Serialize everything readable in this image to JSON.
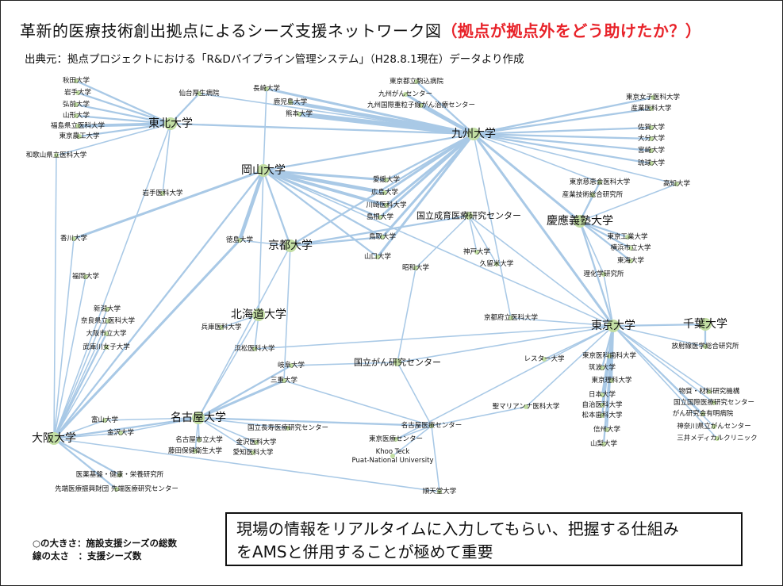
{
  "title": {
    "main": "革新的医療技術創出拠点によるシーズ支援ネットワーク図",
    "sub": "（拠点が拠点外をどう助けたか？）"
  },
  "source": "出典元：拠点プロジェクトにおける「R&Dパイプライン管理システム」（H28.8.1現在）データより作成",
  "note": {
    "line1": "現場の情報をリアルタイムに入力してもらい、把握する仕組み",
    "line2": "をAMSと併用することが極めて重要"
  },
  "legend": {
    "size": "○の大きさ：施設支援シーズの総数",
    "width": "線の太さ　：支援シーズ数"
  },
  "colors": {
    "edge": "#a9c9e6",
    "node": "#c2dea3",
    "accent": "#e8232a"
  },
  "network": {
    "nodes": [
      {
        "id": "kyushu",
        "label": "九州大学",
        "size": "l"
      },
      {
        "id": "tohoku",
        "label": "東北大学",
        "size": "l"
      },
      {
        "id": "okayama",
        "label": "岡山大学",
        "size": "l"
      },
      {
        "id": "kyoto",
        "label": "京都大学",
        "size": "l"
      },
      {
        "id": "keio",
        "label": "慶應義塾大学",
        "size": "l"
      },
      {
        "id": "tokyo",
        "label": "東京大学",
        "size": "l"
      },
      {
        "id": "chiba",
        "label": "千葉大学",
        "size": "l"
      },
      {
        "id": "hokkaido",
        "label": "北海道大学",
        "size": "l"
      },
      {
        "id": "nagoya",
        "label": "名古屋大学",
        "size": "l"
      },
      {
        "id": "osaka",
        "label": "大阪大学",
        "size": "l"
      },
      {
        "id": "ncgm",
        "label": "国立成育医療研究センター",
        "size": "m"
      },
      {
        "id": "ncc",
        "label": "国立がん研究センター",
        "size": "m"
      },
      {
        "id": "akita",
        "label": "秋田大学",
        "size": "s"
      },
      {
        "id": "iwate",
        "label": "岩手大学",
        "size": "s"
      },
      {
        "id": "hirosaki",
        "label": "弘前大学",
        "size": "s"
      },
      {
        "id": "yamagata",
        "label": "山形大学",
        "size": "s"
      },
      {
        "id": "fukushima",
        "label": "福島県立医科大学",
        "size": "s"
      },
      {
        "id": "tuat",
        "label": "東京農工大学",
        "size": "s"
      },
      {
        "id": "wakayama",
        "label": "和歌山県立医科大学",
        "size": "s"
      },
      {
        "id": "sendai",
        "label": "仙台厚生病院",
        "size": "s"
      },
      {
        "id": "iwateika",
        "label": "岩手医科大学",
        "size": "s"
      },
      {
        "id": "nagasaki",
        "label": "長崎大学",
        "size": "s"
      },
      {
        "id": "kagoshima",
        "label": "鹿児島大学",
        "size": "s"
      },
      {
        "id": "kumamoto",
        "label": "熊本大学",
        "size": "s"
      },
      {
        "id": "komagome",
        "label": "東京都立駒込病院",
        "size": "s"
      },
      {
        "id": "kyushucc",
        "label": "九州がんセンター",
        "size": "s"
      },
      {
        "id": "kyushuintl",
        "label": "九州国際重粒子線がん治療センター",
        "size": "s"
      },
      {
        "id": "twmu",
        "label": "東京女子医科大学",
        "size": "s"
      },
      {
        "id": "uoeh",
        "label": "産業医科大学",
        "size": "s"
      },
      {
        "id": "saga",
        "label": "佐賀大学",
        "size": "s"
      },
      {
        "id": "oita",
        "label": "大分大学",
        "size": "s"
      },
      {
        "id": "miyazaki",
        "label": "宮崎大学",
        "size": "s"
      },
      {
        "id": "ryukyu",
        "label": "琉球大学",
        "size": "s"
      },
      {
        "id": "ehime",
        "label": "愛媛大学",
        "size": "s"
      },
      {
        "id": "hiroshima",
        "label": "広島大学",
        "size": "s"
      },
      {
        "id": "kawasaki",
        "label": "川崎医科大学",
        "size": "s"
      },
      {
        "id": "shimane",
        "label": "島根大学",
        "size": "s"
      },
      {
        "id": "tottori",
        "label": "鳥取大学",
        "size": "s"
      },
      {
        "id": "yamaguchi",
        "label": "山口大学",
        "size": "s"
      },
      {
        "id": "showa",
        "label": "昭和大学",
        "size": "s"
      },
      {
        "id": "kobe",
        "label": "神戸大学",
        "size": "s"
      },
      {
        "id": "kurume",
        "label": "久留米大学",
        "size": "s"
      },
      {
        "id": "jikei",
        "label": "東京慈恵会医科大学",
        "size": "s"
      },
      {
        "id": "aist",
        "label": "産業技術総合研究所",
        "size": "s"
      },
      {
        "id": "kochi",
        "label": "高知大学",
        "size": "s"
      },
      {
        "id": "titech",
        "label": "東京工業大学",
        "size": "s"
      },
      {
        "id": "ycu",
        "label": "横浜市立大学",
        "size": "s"
      },
      {
        "id": "tokai",
        "label": "東海大学",
        "size": "s"
      },
      {
        "id": "riken",
        "label": "理化学研究所",
        "size": "s"
      },
      {
        "id": "kagawa",
        "label": "香川大学",
        "size": "s"
      },
      {
        "id": "tokushima",
        "label": "徳島大学",
        "size": "s"
      },
      {
        "id": "fukuoka",
        "label": "福岡大学",
        "size": "s"
      },
      {
        "id": "niigata",
        "label": "新潟大学",
        "size": "s"
      },
      {
        "id": "naraika",
        "label": "奈良県立医科大学",
        "size": "s"
      },
      {
        "id": "osakacity",
        "label": "大阪市立大学",
        "size": "s"
      },
      {
        "id": "mukogawa",
        "label": "武庫川女子大学",
        "size": "s"
      },
      {
        "id": "hyogoika",
        "label": "兵庫医科大学",
        "size": "s"
      },
      {
        "id": "hamamatsu",
        "label": "浜松医科大学",
        "size": "s"
      },
      {
        "id": "kpum",
        "label": "京都府立医科大学",
        "size": "s"
      },
      {
        "id": "nirs",
        "label": "放射線医学総合研究所",
        "size": "s"
      },
      {
        "id": "leicester",
        "label": "レスター大学",
        "size": "s"
      },
      {
        "id": "gifu",
        "label": "岐阜大学",
        "size": "s"
      },
      {
        "id": "mie",
        "label": "三重大学",
        "size": "s"
      },
      {
        "id": "tmdu",
        "label": "東京医科歯科大学",
        "size": "s"
      },
      {
        "id": "tsukuba",
        "label": "筑波大学",
        "size": "s"
      },
      {
        "id": "tus",
        "label": "東京理科大学",
        "size": "s"
      },
      {
        "id": "nihon",
        "label": "日本大学",
        "size": "s"
      },
      {
        "id": "jichi",
        "label": "自治医科大学",
        "size": "s"
      },
      {
        "id": "matsumoto",
        "label": "松本歯科大学",
        "size": "s"
      },
      {
        "id": "shinshu",
        "label": "信州大学",
        "size": "s"
      },
      {
        "id": "yamanashi",
        "label": "山梨大学",
        "size": "s"
      },
      {
        "id": "nims",
        "label": "物質・材料研究機構",
        "size": "s"
      },
      {
        "id": "ncgmintl",
        "label": "国立国際医療研究センター",
        "size": "s"
      },
      {
        "id": "ariake",
        "label": "がん研究会有明病院",
        "size": "s"
      },
      {
        "id": "kanagawacc",
        "label": "神奈川県立がんセンター",
        "size": "s"
      },
      {
        "id": "mitsui",
        "label": "三井メディカルクリニック",
        "size": "s"
      },
      {
        "id": "marianna",
        "label": "聖マリアンナ医科大学",
        "size": "s"
      },
      {
        "id": "toyama",
        "label": "富山大学",
        "size": "s"
      },
      {
        "id": "kanazawa",
        "label": "金沢大学",
        "size": "s"
      },
      {
        "id": "nagoyacity",
        "label": "名古屋市立大学",
        "size": "s"
      },
      {
        "id": "fujita",
        "label": "藤田保健衛生大学",
        "size": "s"
      },
      {
        "id": "kanazawaika",
        "label": "金沢医科大学",
        "size": "s"
      },
      {
        "id": "aichiika",
        "label": "愛知医科大学",
        "size": "s"
      },
      {
        "id": "ncgg",
        "label": "国立長寿医療研究センター",
        "size": "s"
      },
      {
        "id": "nagoyamc",
        "label": "名古屋医療センター",
        "size": "s"
      },
      {
        "id": "tmc",
        "label": "東京医療センター",
        "size": "s"
      },
      {
        "id": "ktp",
        "label": "Khoo Teck Puat-National University",
        "size": "s"
      },
      {
        "id": "nibiohn",
        "label": "医薬基盤・健康・栄養研究所",
        "size": "s"
      },
      {
        "id": "fbri",
        "label": "先端医療振興財団 先端医療研究センター",
        "size": "s"
      },
      {
        "id": "juntendo",
        "label": "順天堂大学",
        "size": "s"
      }
    ]
  }
}
